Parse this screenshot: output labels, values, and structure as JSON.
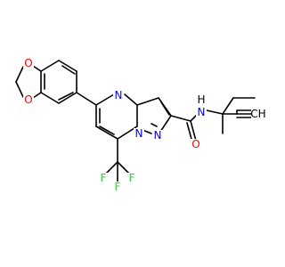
{
  "molecule": {
    "atoms": {
      "o1": {
        "label": "O",
        "color": "#ff0000"
      },
      "o2": {
        "label": "O",
        "color": "#ff0000"
      },
      "n4": {
        "label": "N",
        "color": "#0000ff"
      },
      "n_ring": {
        "label": "N",
        "color": "#0000ff"
      },
      "n_ring2": {
        "label": "N",
        "color": "#0000ff"
      },
      "nh": {
        "label": "N",
        "color": "#0000ff"
      },
      "h": {
        "label": "H",
        "color": "#000000"
      },
      "o_amide": {
        "label": "O",
        "color": "#ff0000"
      },
      "f1": {
        "label": "F",
        "color": "#33cc33"
      },
      "f2": {
        "label": "F",
        "color": "#33cc33"
      },
      "f3": {
        "label": "F",
        "color": "#33cc33"
      },
      "ch": {
        "label": "CH",
        "color": "#000000"
      }
    }
  }
}
